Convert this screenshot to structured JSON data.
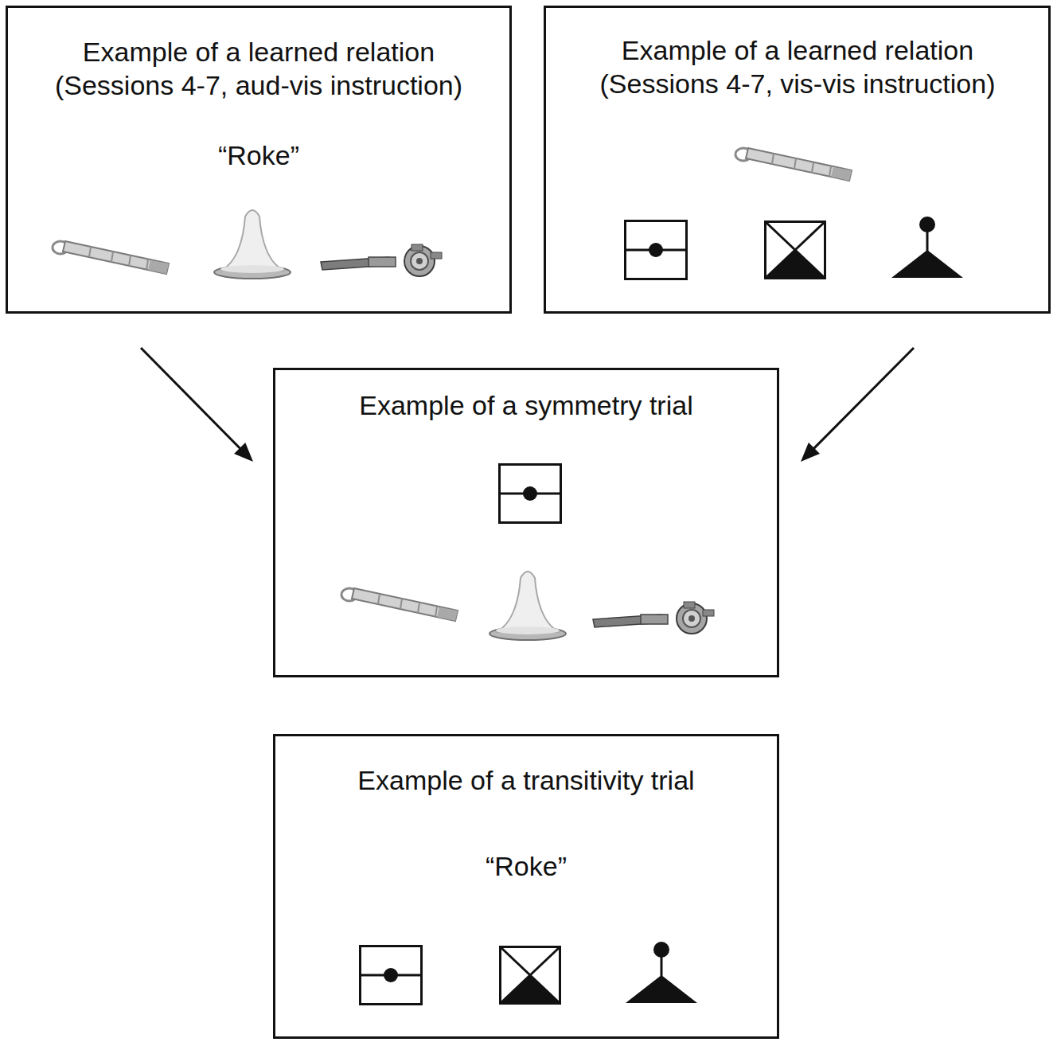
{
  "diagram": {
    "nodes": [
      {
        "text": [
          "Example of a learned relation (Sessions 4-7, aud-vis instruction)",
          "“Roke”"
        ]
      },
      {
        "text": [
          "Example of a learned relation (Sessions 4-7, vis-vis instruction)"
        ]
      },
      {
        "text": [
          "Example of a symmetry trial"
        ]
      },
      {
        "text": [
          "Example of a transitivity trial",
          "“Roke”"
        ]
      }
    ],
    "edges": [
      {
        "from": 0,
        "to": 2,
        "arrow": "to"
      },
      {
        "from": 1,
        "to": 2,
        "arrow": "to"
      }
    ]
  }
}
